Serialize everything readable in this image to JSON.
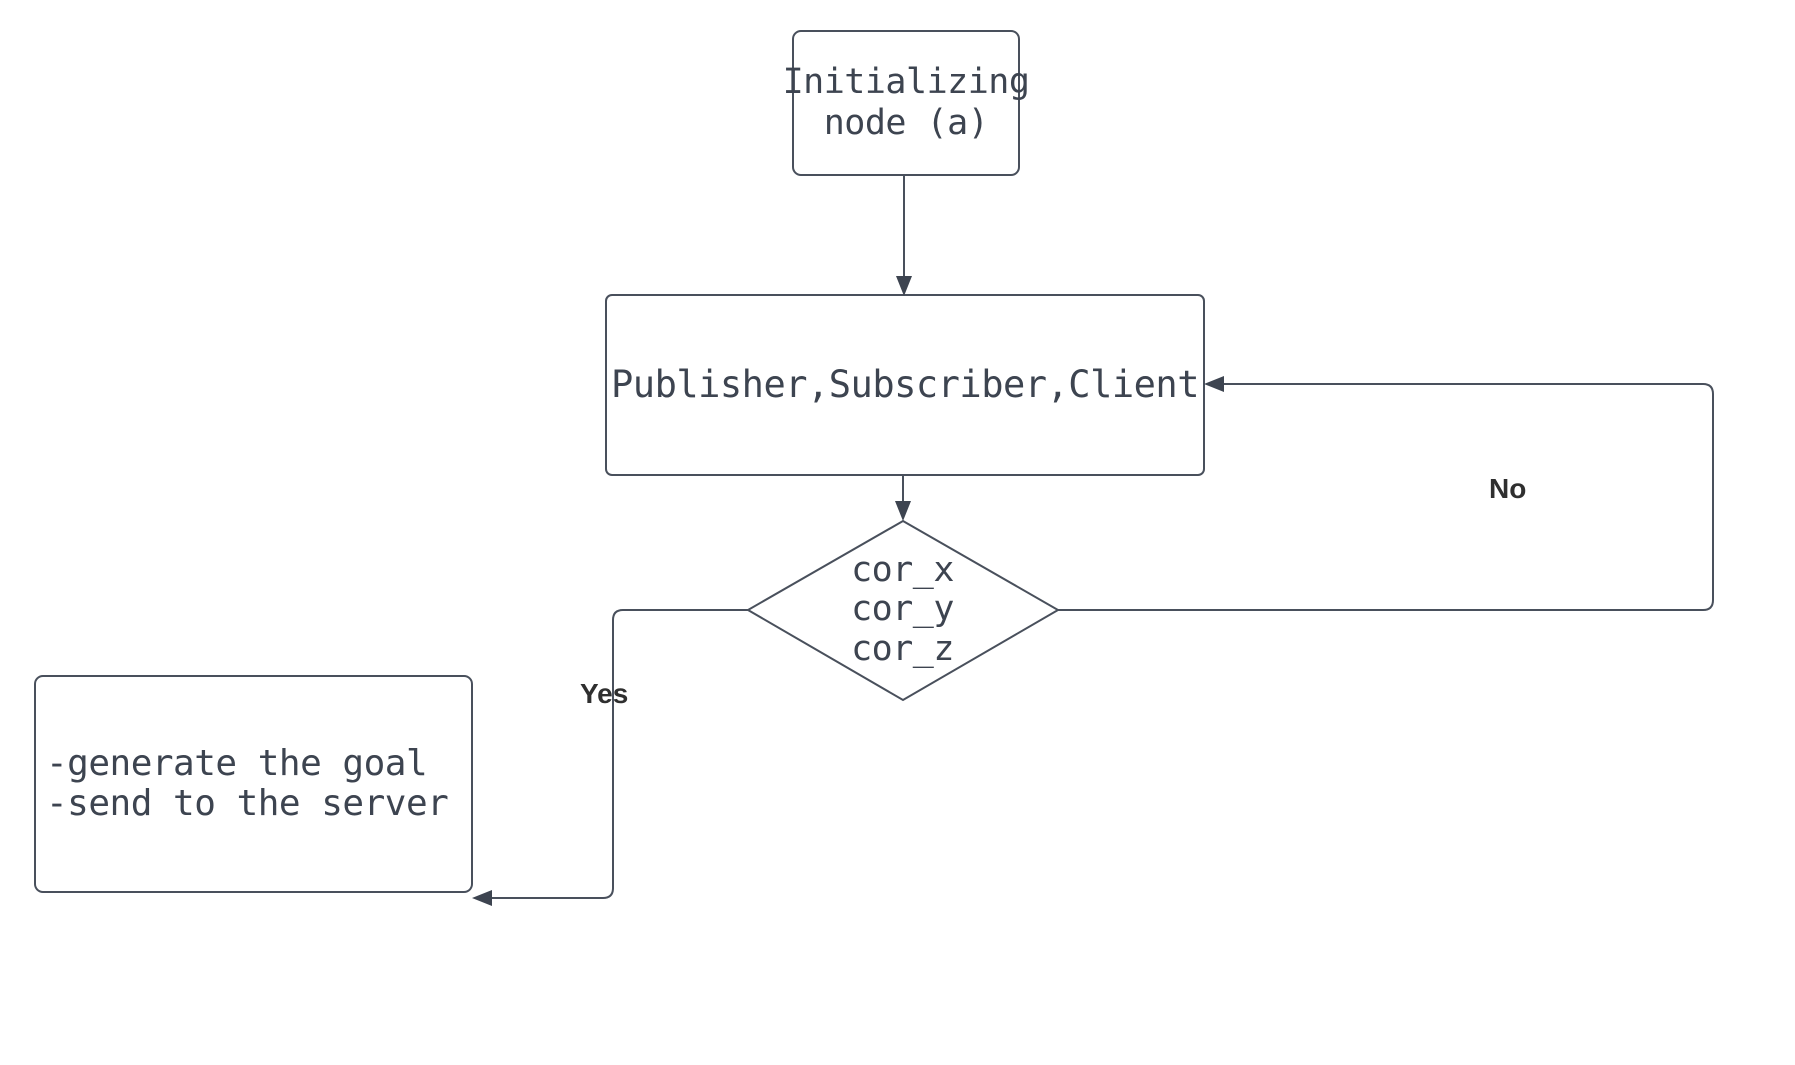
{
  "diagram": {
    "type": "flowchart",
    "title": "ROS node initialization and goal dispatch flowchart",
    "colors": {
      "stroke": "#49505c",
      "text": "#3d4450",
      "edge_label_text": "#2f2f2f",
      "node_fill": "#ffffff",
      "background": "#ffffff"
    },
    "nodes": [
      {
        "id": "init",
        "shape": "rounded-rectangle",
        "label": "Initializing\nnode (a)"
      },
      {
        "id": "pubsub",
        "shape": "rounded-rectangle",
        "label": "Publisher,Subscriber,Client"
      },
      {
        "id": "decision",
        "shape": "diamond",
        "label": "cor_x\ncor_y\ncor_z"
      },
      {
        "id": "action",
        "shape": "rounded-rectangle",
        "label": "-generate the goal\n-send to the server"
      }
    ],
    "edges": [
      {
        "id": "init-to-pubsub",
        "from": "init",
        "to": "pubsub",
        "label": ""
      },
      {
        "id": "pubsub-to-decision",
        "from": "pubsub",
        "to": "decision",
        "label": ""
      },
      {
        "id": "decision-to-action",
        "from": "decision",
        "to": "action",
        "label": "Yes"
      },
      {
        "id": "decision-to-pubsub",
        "from": "decision",
        "to": "pubsub",
        "label": "No"
      }
    ]
  }
}
